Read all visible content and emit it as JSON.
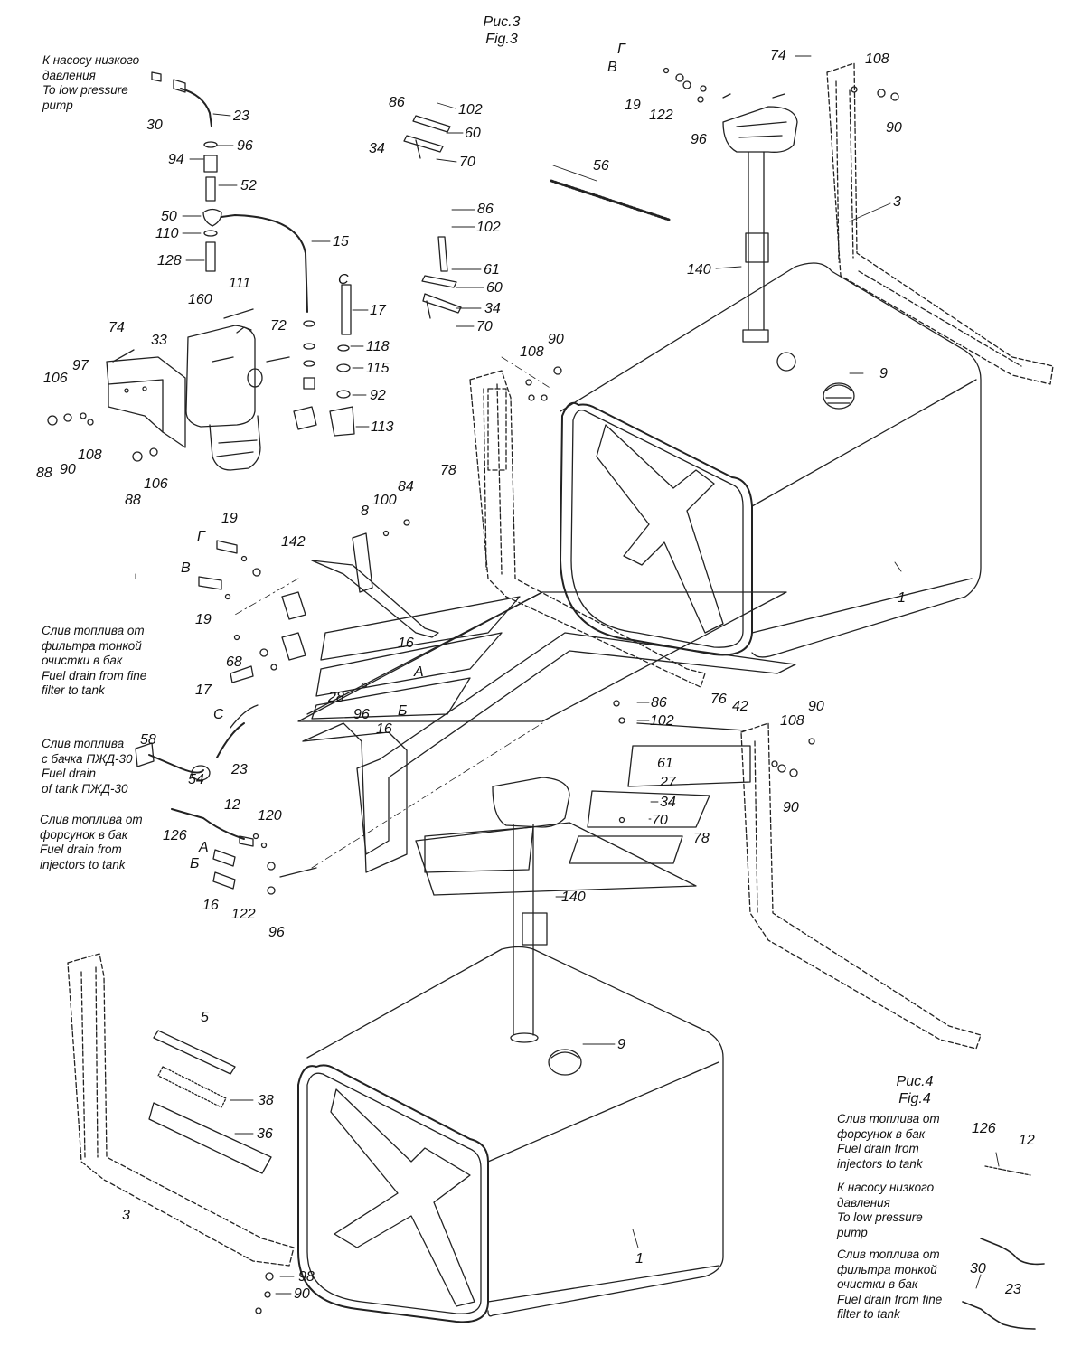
{
  "figures": [
    {
      "ru": "Рис.3",
      "en": "Fig.3"
    },
    {
      "ru": "Рис.4",
      "en": "Fig.4"
    }
  ],
  "captions": {
    "low_pressure_pump_f3": [
      "К насосу низкого",
      "давления",
      "To low pressure",
      "pump"
    ],
    "fine_filter_drain_f3": [
      "Слив топлива от",
      "фильтра тонкой",
      "очистки в бак",
      "Fuel drain from fine",
      "filter to tank"
    ],
    "pzhd_tank_drain": [
      "Слив топлива",
      "с бачка ПЖД-30",
      "Fuel drain",
      "of tank ПЖД-30"
    ],
    "injectors_drain_f3": [
      "Слив топлива от",
      "форсунок в бак",
      "Fuel drain from",
      "injectors to tank"
    ],
    "injectors_drain_f4": [
      "Слив топлива от",
      "форсунок в бак",
      "Fuel drain from",
      "injectors to tank"
    ],
    "low_pressure_pump_f4": [
      "К насосу низкого",
      "давления",
      "To low pressure",
      "pump"
    ],
    "fine_filter_drain_f4": [
      "Слив топлива от",
      "фильтра тонкой",
      "очистки в бак",
      "Fuel drain from fine",
      "filter to tank"
    ]
  },
  "callouts": {
    "c30a": "30",
    "c23a": "23",
    "c96a": "96",
    "c94": "94",
    "c52": "52",
    "c50": "50",
    "c110": "110",
    "c128": "128",
    "c15": "15",
    "c160": "160",
    "c111": "111",
    "c72": "72",
    "cC1": "C",
    "c17a": "17",
    "c118": "118",
    "c115": "115",
    "c92": "92",
    "c113": "113",
    "c74a": "74",
    "c33": "33",
    "c97": "97",
    "c106a": "106",
    "c88a": "88",
    "c90a": "90",
    "c108a": "108",
    "c88b": "88",
    "c106b": "106",
    "c86a": "86",
    "c102a": "102",
    "c60a": "60",
    "c34a": "34",
    "c70a": "70",
    "c86b": "86",
    "c102b": "102",
    "c61a": "61",
    "c60b": "60",
    "c34b": "34",
    "c70b": "70",
    "cG1": "Г",
    "cV1": "В",
    "c19a": "19",
    "c122a": "122",
    "c96b": "96",
    "c74b": "74",
    "c108b": "108",
    "c90b": "90",
    "c3a": "3",
    "c56": "56",
    "c140a": "140",
    "c108c": "108",
    "c90c": "90",
    "c9a": "9",
    "c78a": "78",
    "c1a": "1",
    "c8": "8",
    "c100": "100",
    "c84": "84",
    "c19b": "19",
    "cG2": "Г",
    "c142": "142",
    "cV2": "В",
    "c19c": "19",
    "c68": "68",
    "c16a": "16",
    "cA1": "А",
    "c17b": "17",
    "c28": "28",
    "c96c": "96",
    "cB1": "Б",
    "c16b": "16",
    "cC2": "C",
    "c58": "58",
    "c54": "54",
    "c23b": "23",
    "c86c": "86",
    "c102c": "102",
    "c76": "76",
    "c42": "42",
    "c90d": "90",
    "c108d": "108",
    "c61b": "61",
    "c27": "27",
    "c90e": "90",
    "c34c": "34",
    "c70c": "70",
    "c78b": "78",
    "c12a": "12",
    "c120": "120",
    "c126a": "126",
    "cA2": "А",
    "cB2": "Б",
    "c16c": "16",
    "c122b": "122",
    "c96d": "96",
    "c140b": "140",
    "c5": "5",
    "c38": "38",
    "c36": "36",
    "c9b": "9",
    "c3b": "3",
    "c1b": "1",
    "c98": "98",
    "c90f": "90",
    "c126b": "126",
    "c12b": "12",
    "c30b": "30",
    "c23c": "23"
  }
}
